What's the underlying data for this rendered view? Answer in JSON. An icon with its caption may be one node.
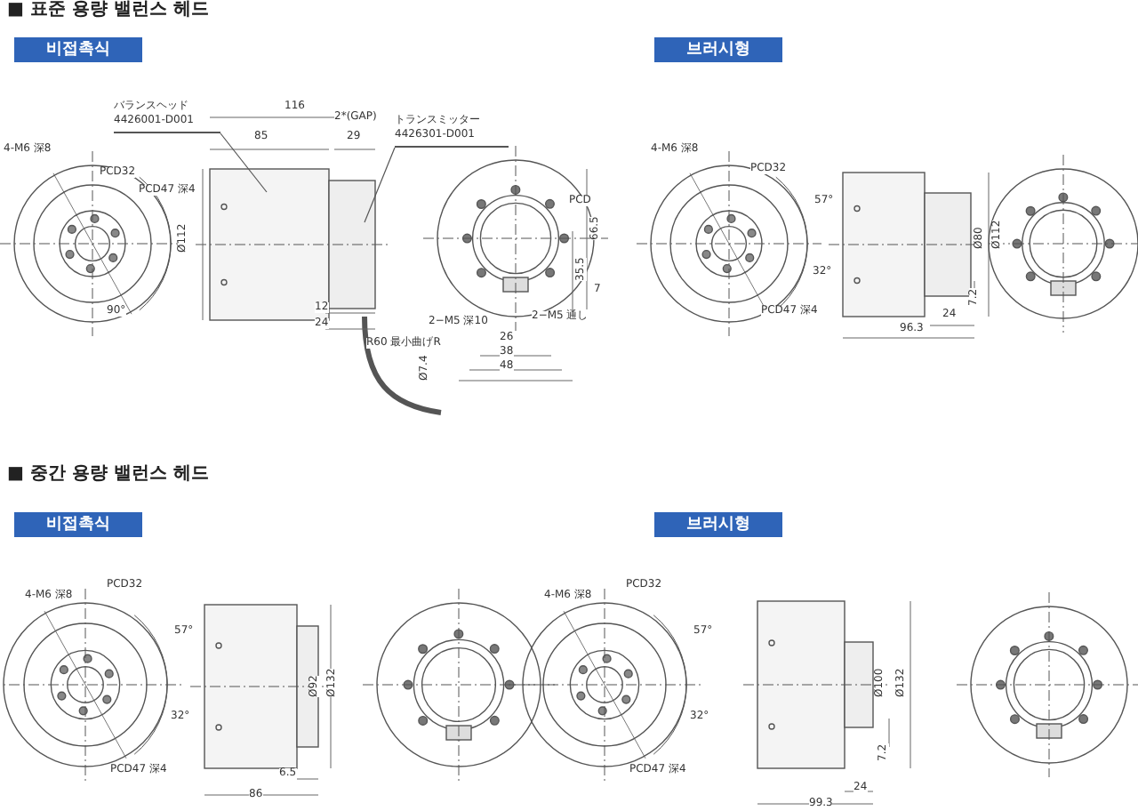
{
  "diagram": {
    "nodes": [
      {
        "text": [
          "비접촉식"
        ]
      },
      {
        "text": [
          "브러시형"
        ]
      },
      {
        "text": [
          "비접촉식"
        ]
      },
      {
        "text": [
          "브러시형"
        ]
      },
      {
        "text": [
          "バランスヘッド",
          "4426001-D001"
        ]
      },
      {
        "text": [
          "トランスミッター",
          "4426301-D001"
        ]
      }
    ],
    "edges": [
      {
        "from": 4,
        "to": null,
        "arrow": "none"
      },
      {
        "from": 5,
        "to": null,
        "arrow": "none"
      }
    ],
    "labels": [
      "■ 표준 용량 밸런스 헤드",
      "4-M6 深8",
      "PCD32",
      "PCD47 深4",
      "90°",
      "116",
      "85",
      "2*(GAP)",
      "29",
      "Ø112",
      "12",
      "24",
      "R60 最小曲げR",
      "Ø7.4",
      "PCD",
      "66.5",
      "35.5",
      "7",
      "2−M5 深10",
      "2−M5 通し",
      "26",
      "38",
      "48",
      "4-M6 深8",
      "PCD32",
      "57°",
      "32°",
      "PCD47 深4",
      "Ø80",
      "Ø112",
      "7.2",
      "24",
      "96.3",
      "■ 중간 용량 밸런스 헤드",
      "4-M6 深8",
      "PCD32",
      "57°",
      "32°",
      "PCD47 深4",
      "Ø92",
      "Ø132",
      "6.5",
      "86",
      "4-M6 深8",
      "PCD32",
      "57°",
      "32°",
      "PCD47 深4",
      "Ø100",
      "Ø132",
      "7.2",
      "24",
      "99.3"
    ]
  }
}
